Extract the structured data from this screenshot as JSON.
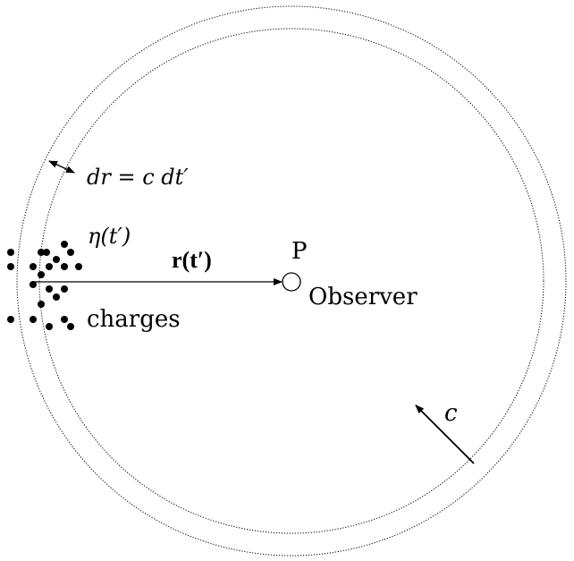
{
  "labels": {
    "shell_width": "dr = c dt′",
    "density": "η(t′)",
    "position_vector": "r(t′)",
    "point": "P",
    "observer": "Observer",
    "charges": "charges",
    "speed": "c"
  },
  "colors": {
    "ink": "#000000",
    "background": "#ffffff"
  }
}
